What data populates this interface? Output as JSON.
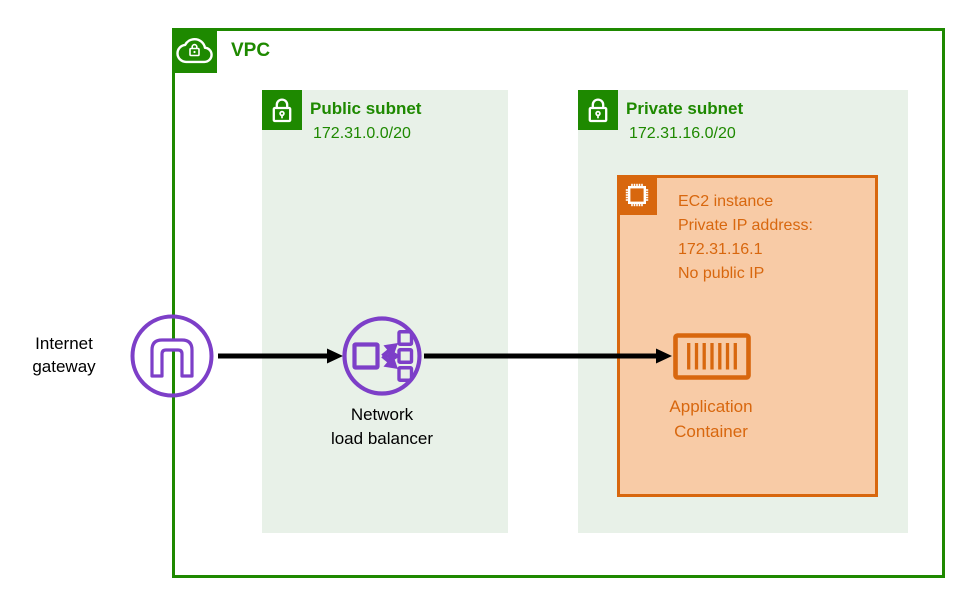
{
  "colors": {
    "green": "#1E8900",
    "subnet_bg": "#E8F1E8",
    "orange": "#D8670E",
    "ec2_bg": "#F8CBA6",
    "purple": "#7D3FC8",
    "arrow": "#000000"
  },
  "vpc": {
    "label": "VPC"
  },
  "public_subnet": {
    "label": "Public subnet",
    "cidr": "172.31.0.0/20"
  },
  "private_subnet": {
    "label": "Private subnet",
    "cidr": "172.31.16.0/20"
  },
  "ec2": {
    "lines": [
      "EC2 instance",
      "Private IP address:",
      "172.31.16.1",
      "No public IP"
    ]
  },
  "internet_gateway": {
    "lines": [
      "Internet",
      "gateway"
    ]
  },
  "load_balancer": {
    "lines": [
      "Network",
      "load balancer"
    ]
  },
  "app_container": {
    "lines": [
      "Application",
      "Container"
    ]
  },
  "icons": [
    "vpc-cloud-lock-icon",
    "subnet-lock-icon",
    "cpu-chip-icon",
    "internet-gateway-icon",
    "load-balancer-icon",
    "shipping-container-icon"
  ]
}
